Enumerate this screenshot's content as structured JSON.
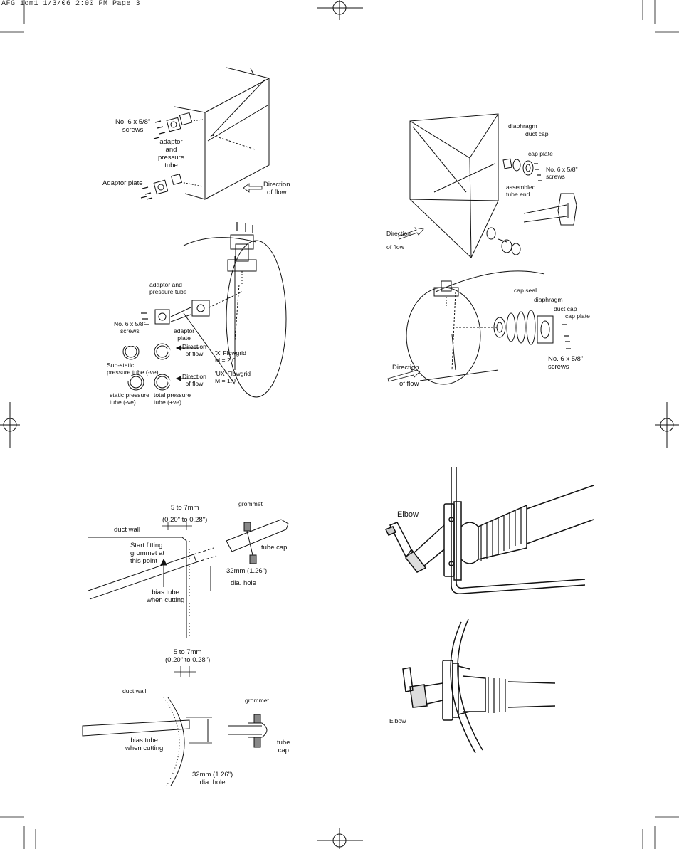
{
  "header": {
    "text": "AFG iom1  1/3/06  2:00 PM  Page 3"
  },
  "fig1": {
    "screws": [
      "No. 6 x 5/8\"",
      "screws"
    ],
    "adaptor": [
      "adaptor",
      "and",
      "pressure",
      "tube"
    ],
    "adaptor_plate": "Adaptor plate",
    "direction": [
      "Direction",
      "of flow"
    ]
  },
  "fig2": {
    "adaptor": [
      "adaptor and",
      "pressure tube"
    ],
    "screws": [
      "No. 6 x 5/8\"",
      "screws"
    ],
    "adaptor_plate": [
      "adaptor",
      "plate"
    ],
    "direction1": [
      "Direction",
      "of flow"
    ],
    "x_flowgrid": [
      "'X' Flowgrid",
      "M = 2.0"
    ],
    "sub_static": [
      "Sub-static",
      "pressure tube (-ve)"
    ],
    "direction2": [
      "Direction",
      "of flow"
    ],
    "ux_flowgrid": [
      "'UX' Flowgrid",
      "M = 1.0"
    ],
    "static": [
      "static pressure",
      "tube (-ve)"
    ],
    "total": [
      "total pressure",
      "tube (+ve)."
    ]
  },
  "fig3": {
    "diaphragm": "diaphragm",
    "duct_cap": "duct cap",
    "cap_plate": "cap plate",
    "screws": [
      "No. 6 x 5/8\"",
      "screws"
    ],
    "assembled": [
      "assembled",
      "tube end"
    ],
    "direction": "Direction",
    "of_flow": "of flow"
  },
  "fig4": {
    "cap_seal": "cap seal",
    "diaphragm": "diaphragm",
    "duct_cap": "duct cap",
    "cap_plate": "cap plate",
    "screws": [
      "No. 6 x 5/8\"",
      "screws"
    ],
    "direction": "Direction",
    "of_flow": "of flow"
  },
  "fig5": {
    "gap": [
      "5 to 7mm",
      "(0.20\" to 0.28\")"
    ],
    "grommet": "grommet",
    "duct_wall": "duct wall",
    "start": [
      "Start fitting",
      "grommet at",
      "this point"
    ],
    "tube_cap": "tube cap",
    "hole": [
      "32mm (1.26\")",
      "dia. hole"
    ],
    "bias": [
      "bias tube",
      "when cutting"
    ]
  },
  "fig6": {
    "elbow": "Elbow"
  },
  "fig7": {
    "gap": [
      "5 to 7mm",
      "(0.20\" to 0.28\")"
    ],
    "duct_wall": "duct wall",
    "grommet": "grommet",
    "bias": [
      "bias tube",
      "when cutting"
    ],
    "tube_cap": [
      "tube",
      "cap"
    ],
    "hole": [
      "32mm (1.26\")",
      "dia. hole"
    ]
  },
  "fig8": {
    "elbow": "Elbow"
  }
}
